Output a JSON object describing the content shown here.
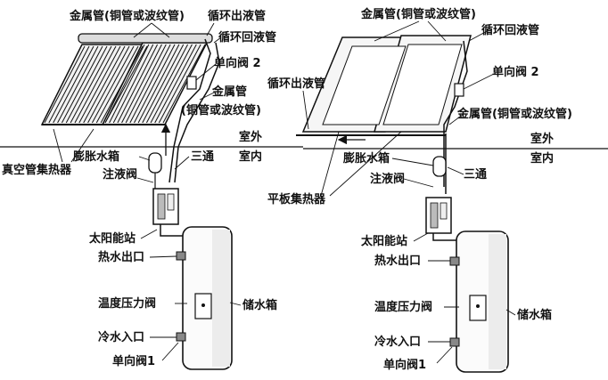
{
  "left_system": {
    "labels": {
      "metal_pipe_top": "金属管(铜管或波纹管)",
      "circ_out": "循环出液管",
      "circ_return": "循环回液管",
      "check_valve_2": "单向阀 2",
      "metal_pipe_mid_1": "金属管",
      "metal_pipe_mid_2": "(铜管或波纹管)",
      "outdoor": "室外",
      "expansion_tank": "膨胀水箱",
      "indoor": "室内",
      "tee": "三通",
      "vacuum_collector": "真空管集热器",
      "fill_valve": "注液阀",
      "solar_station": "太阳能站",
      "hot_outlet": "热水出口",
      "temp_pressure_valve": "温度压力阀",
      "storage_tank": "储水箱",
      "cold_inlet": "冷水入口",
      "check_valve_1": "单向阀1"
    }
  },
  "right_system": {
    "labels": {
      "metal_pipe_top": "金属管(铜管或波纹管)",
      "circ_return": "循环回液管",
      "check_valve_2": "单向阀 2",
      "circ_out": "循环出液管",
      "metal_pipe_mid": "金属管(铜管或波纹管)",
      "outdoor": "室外",
      "expansion_tank": "膨胀水箱",
      "indoor": "室内",
      "fill_valve": "注液阀",
      "tee": "三通",
      "flat_collector": "平板集热器",
      "solar_station": "太阳能站",
      "hot_outlet": "热水出口",
      "temp_pressure_valve": "温度压力阀",
      "storage_tank": "储水箱",
      "cold_inlet": "冷水入口",
      "check_valve_1": "单向阀1"
    }
  }
}
